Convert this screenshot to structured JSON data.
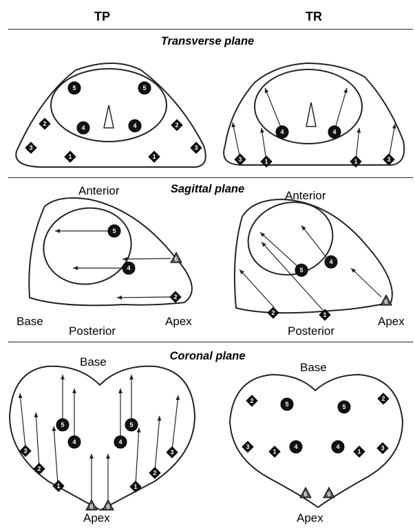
{
  "columns": {
    "left": "TP",
    "right": "TR"
  },
  "planes": {
    "transverse": "Transverse plane",
    "sagittal": "Sagittal plane",
    "coronal": "Coronal plane"
  },
  "labels": {
    "anterior": "Anterior",
    "posterior": "Posterior",
    "base": "Base",
    "apex": "Apex"
  },
  "point_numbers": [
    "1",
    "2",
    "3",
    "4",
    "5",
    "6"
  ]
}
